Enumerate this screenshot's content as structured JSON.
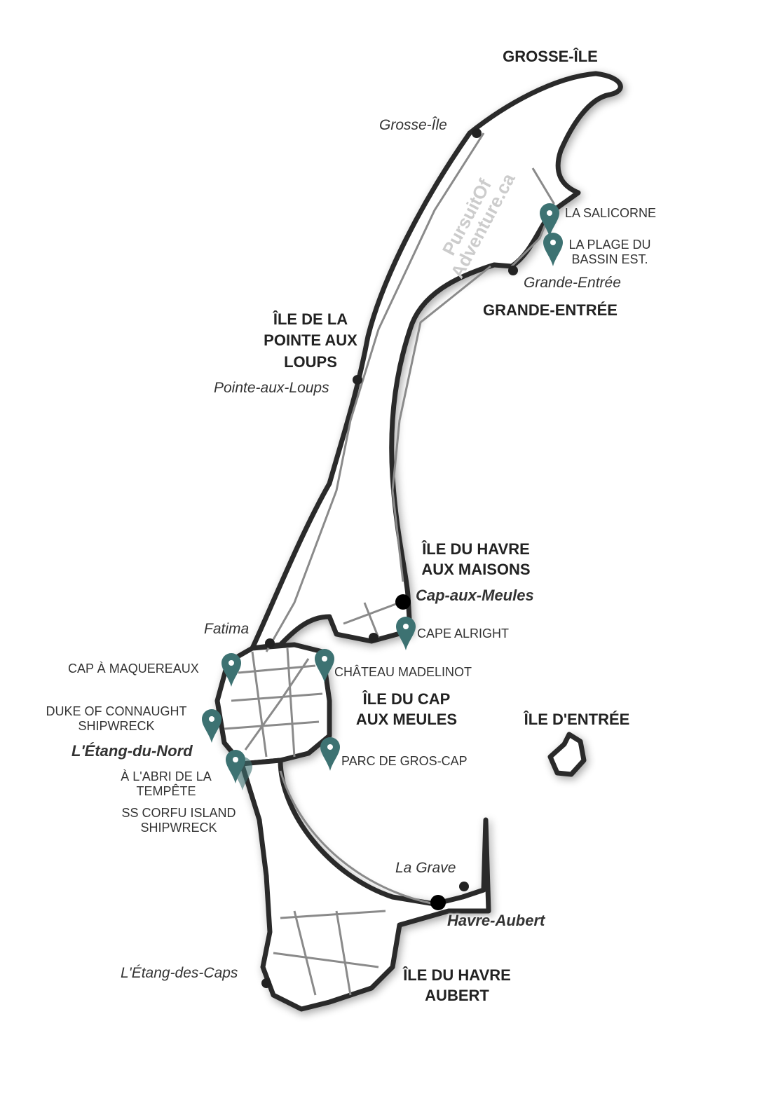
{
  "colors": {
    "coast": "#2a2a2a",
    "road": "#8a8a8a",
    "pin": "#3d7272"
  },
  "watermark": {
    "line1": "PursuitOf",
    "line2": "Adventure.ca"
  },
  "islands": {
    "grosse_ile": "GROSSE-ÎLE",
    "pointe_aux_loups": [
      "ÎLE DE LA",
      "POINTE AUX",
      "LOUPS"
    ],
    "grande_entree": "GRANDE-ENTRÉE",
    "havre_aux_maisons": [
      "ÎLE DU HAVRE",
      "AUX MAISONS"
    ],
    "cap_aux_meules": [
      "ÎLE DU CAP",
      "AUX MEULES"
    ],
    "entree": "ÎLE D'ENTRÉE",
    "havre_aubert": [
      "ÎLE DU HAVRE",
      "AUBERT"
    ]
  },
  "towns": {
    "grosse_ile": "Grosse-Île",
    "grande_entree": "Grande-Entrée",
    "pointe_aux_loups": "Pointe-aux-Loups",
    "cap_aux_meules": "Cap-aux-Meules",
    "fatima": "Fatima",
    "etang_du_nord": "L'Étang-du-Nord",
    "la_grave": "La Grave",
    "havre_aubert": "Havre-Aubert",
    "etang_des_caps": "L'Étang-des-Caps"
  },
  "pois": {
    "salicorne": "LA SALICORNE",
    "plage": [
      "LA PLAGE DU",
      "BASSIN EST."
    ],
    "cape_alright": "CAPE ALRIGHT",
    "chateau": "CHÂTEAU MADELINOT",
    "maquereaux": "CAP À MAQUEREAUX",
    "connaught": [
      "DUKE OF CONNAUGHT",
      "SHIPWRECK"
    ],
    "abri": [
      "À L'ABRI DE LA",
      "TEMPÊTE"
    ],
    "corfu": [
      "SS CORFU ISLAND",
      "SHIPWRECK"
    ],
    "gros_cap": "PARC DE GROS-CAP"
  }
}
